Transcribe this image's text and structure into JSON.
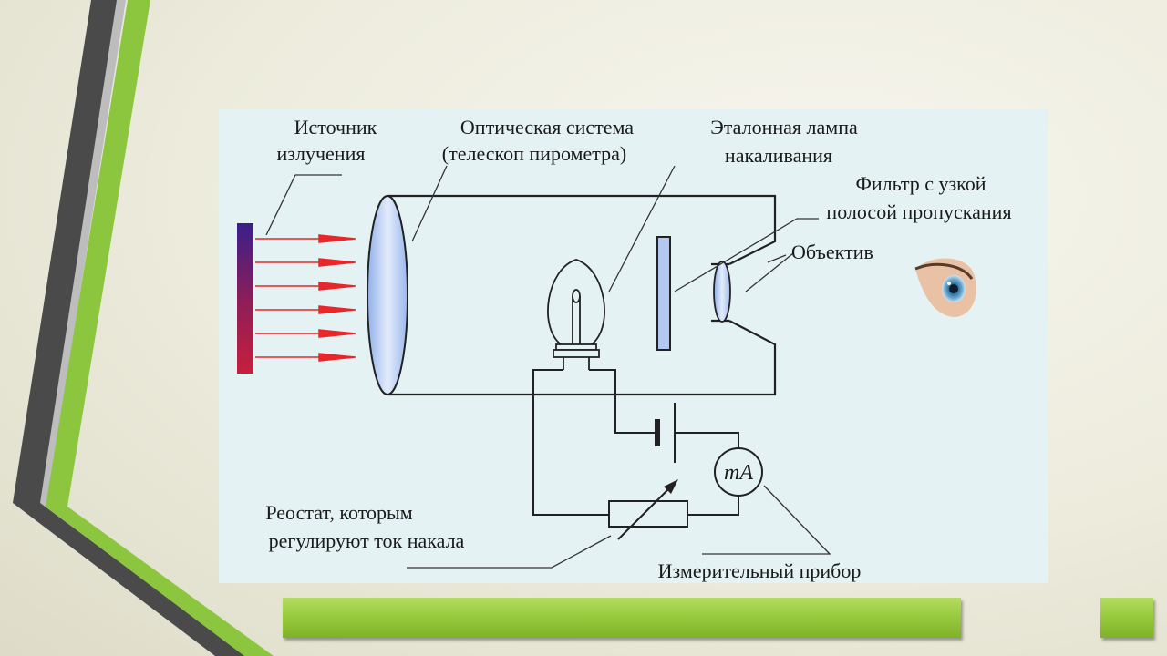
{
  "labels": {
    "source_line1": "Источник",
    "source_line2": "излучения",
    "optics_line1": "Оптическая система",
    "optics_line2": "(телескоп пирометра)",
    "lamp_line1": "Эталонная лампа",
    "lamp_line2": "накаливания",
    "filter_line1": "Фильтр с узкой",
    "filter_line2": "полосой пропускания",
    "objective": "Объектив",
    "meter_symbol": "mA",
    "rheostat_line1": "Реостат, которым",
    "rheostat_line2": "регулируют ток накала",
    "instrument": "Измерительный прибор"
  },
  "colors": {
    "accent_green": "#8cc63f",
    "dark_stripe": "#4d4d4d",
    "diagram_bg": "#e5f2f3",
    "arrow_red": "#e8272a",
    "lens_blue": "#a8c4ee"
  },
  "icons": {
    "eye": "eye-icon"
  }
}
